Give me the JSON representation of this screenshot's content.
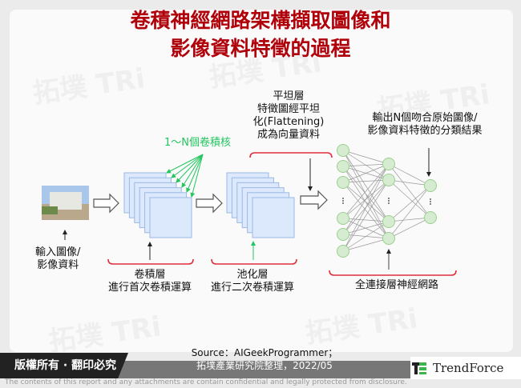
{
  "title": {
    "line1": "卷積神經網路架構擷取圖像和",
    "line2": "影像資料特徵的過程"
  },
  "diagram": {
    "input_label": {
      "line1": "輸入圖像/",
      "line2": "影像資料"
    },
    "kernel_label": "1～N個卷積核",
    "conv_label": {
      "line1": "卷積層",
      "line2": "進行首次卷積運算"
    },
    "pool_label": {
      "line1": "池化層",
      "line2": "進行二次卷積運算"
    },
    "flatten_label": {
      "line1": "平坦層",
      "line2": "特徵圖經平坦",
      "line3": "化(Flattening)",
      "line4": "成為向量資料"
    },
    "output_label": {
      "line1": "輸出N個吻合原始圖像/",
      "line2": "影像資料特徵的分類結果"
    },
    "fc_label": "全連接層神經網路"
  },
  "footer": {
    "copyright": "版權所有 · 翻印必究",
    "source_line1": "Source：AIGeekProgrammer；",
    "source_line2": "拓墣產業研究院整理，2022/05",
    "logo_text": "TrendForce",
    "disclaimer": "The contents of this report and any attachments are contain confidential and legally protected from disclosure."
  },
  "colors": {
    "title": "#b0000a",
    "bracket": "#e0303a",
    "kernel": "#22c55e",
    "node_fill": "#d5ecd0",
    "node_stroke": "#9ccf90",
    "map_fill": "#dce8fb",
    "map_stroke": "#9bb8e6"
  }
}
